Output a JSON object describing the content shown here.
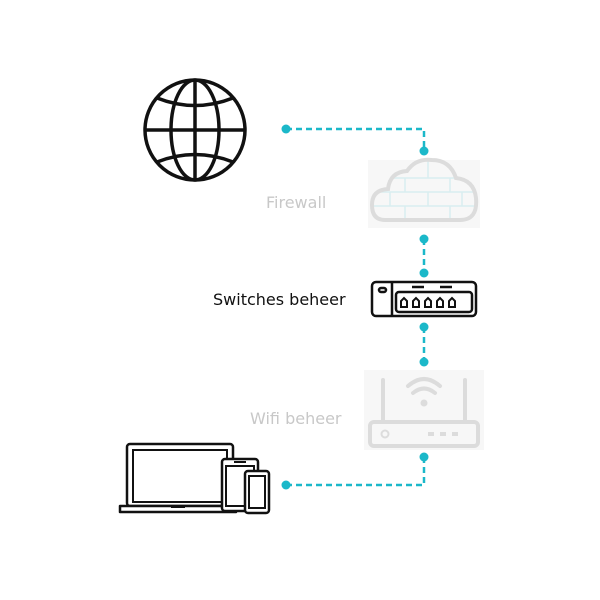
{
  "diagram": {
    "nodes": {
      "internet": {
        "label": "",
        "icon": "globe-icon",
        "state": "active"
      },
      "firewall": {
        "label": "Firewall",
        "icon": "firewall-cloud-icon",
        "state": "faded"
      },
      "switch": {
        "label": "Switches beheer",
        "icon": "network-switch-icon",
        "state": "active"
      },
      "wifi": {
        "label": "Wifi beheer",
        "icon": "wifi-router-icon",
        "state": "faded"
      },
      "devices": {
        "label": "",
        "icon": "devices-icon",
        "state": "active"
      }
    },
    "connectors": [
      {
        "from": "internet",
        "to": "firewall"
      },
      {
        "from": "firewall",
        "to": "switch"
      },
      {
        "from": "switch",
        "to": "wifi"
      },
      {
        "from": "wifi",
        "to": "devices"
      }
    ],
    "colors": {
      "connector": "#1bb8c9",
      "icon_active": "#111111",
      "icon_faded": "#dcdcdc",
      "faded_bg": "#f7f7f7",
      "faded_text": "#c8c8c8"
    }
  }
}
